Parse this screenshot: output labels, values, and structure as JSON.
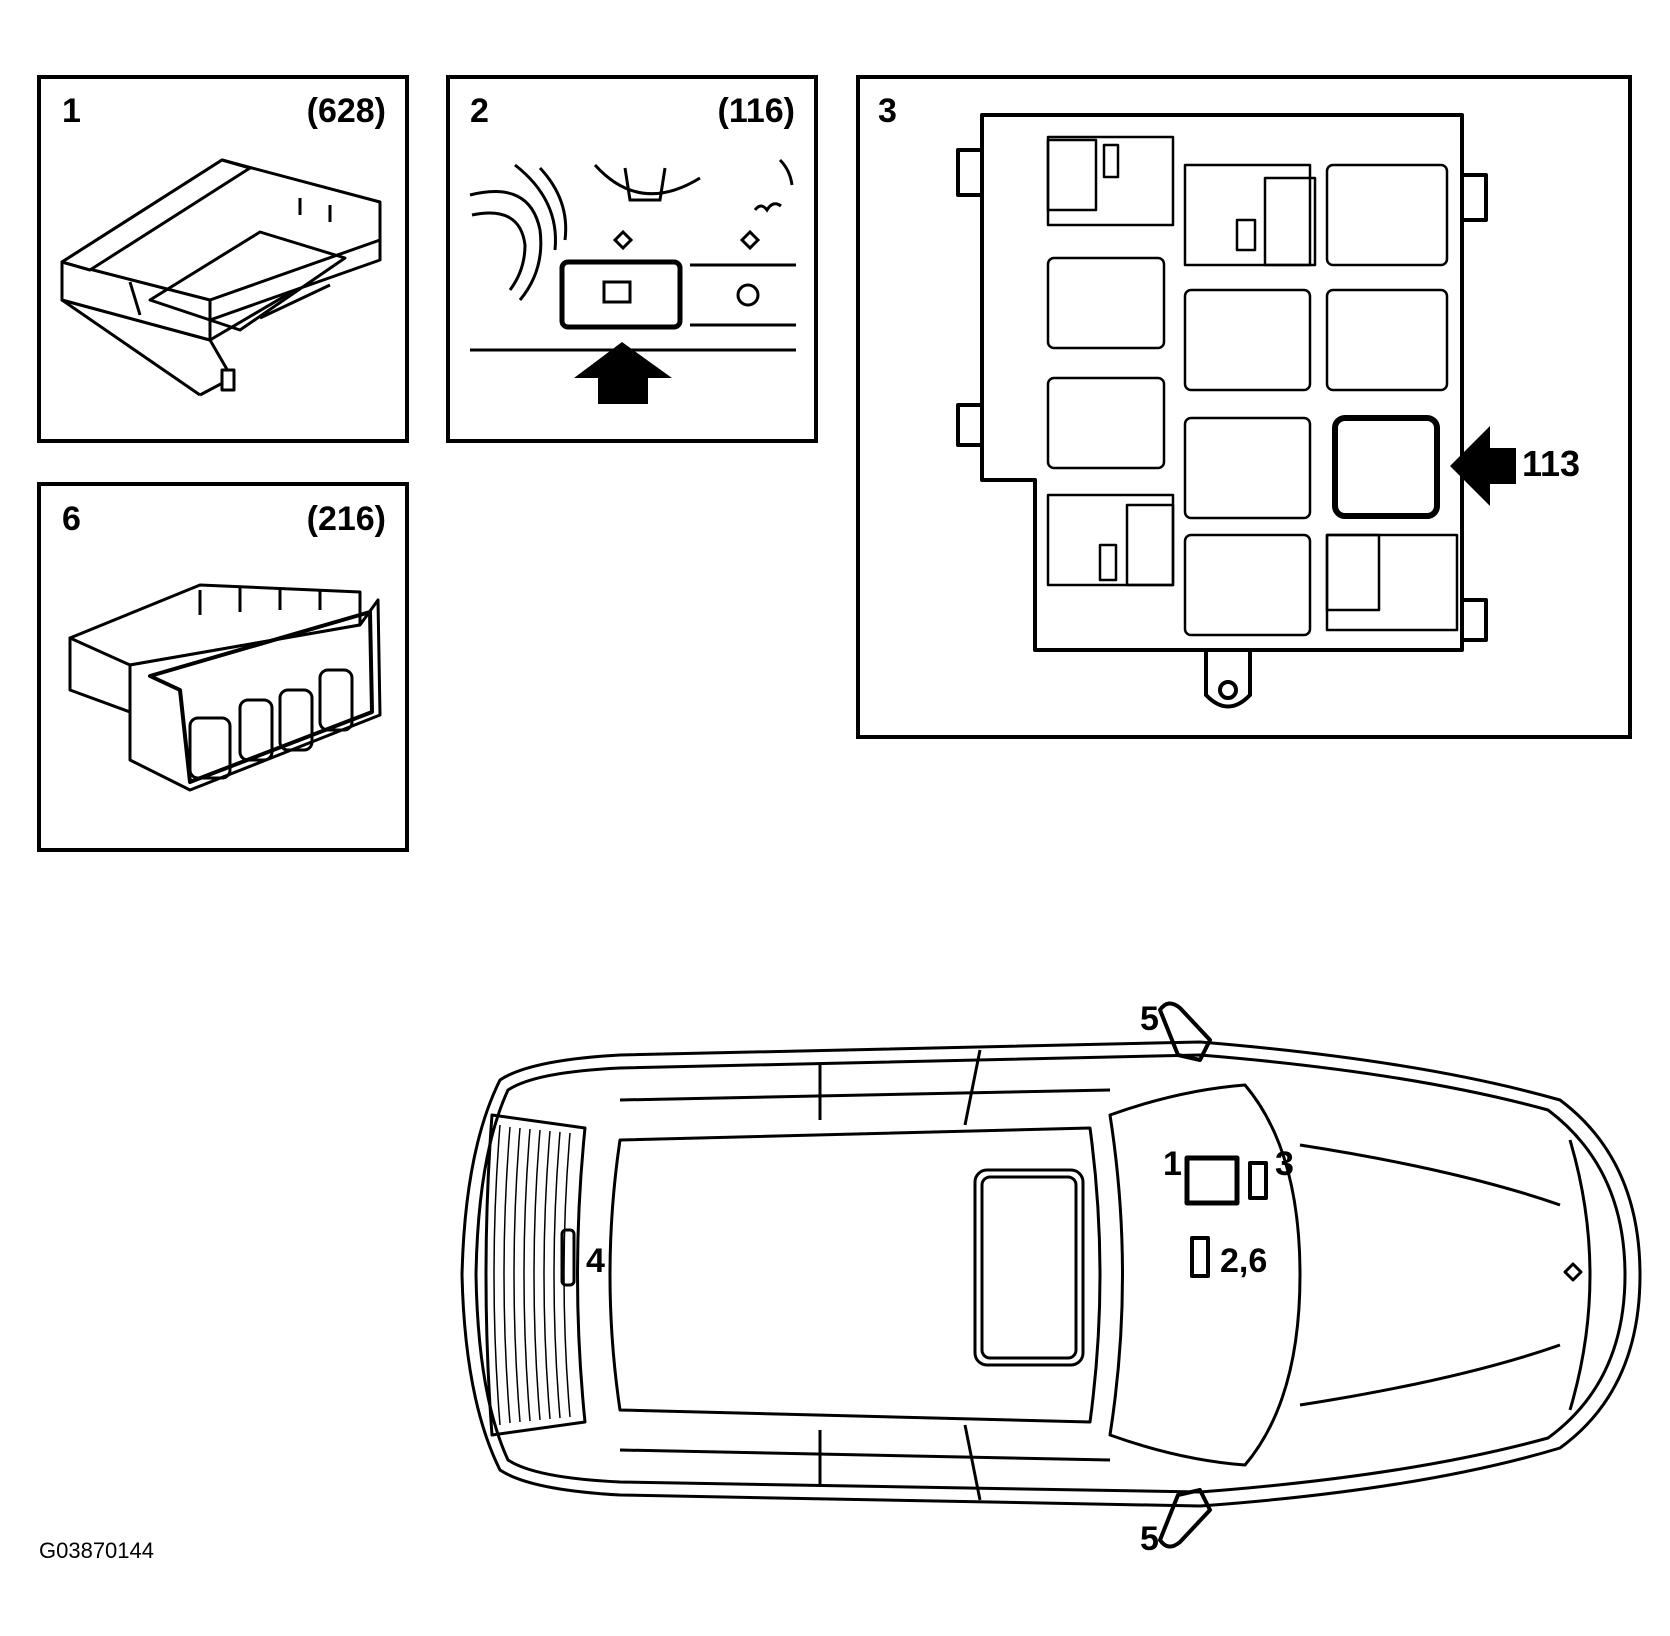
{
  "panels": [
    {
      "number": "1",
      "code": "(628)"
    },
    {
      "number": "2",
      "code": "(116)"
    },
    {
      "number": "3",
      "code": ""
    },
    {
      "number": "6",
      "code": "(216)"
    }
  ],
  "relay_callout": "113",
  "car_callouts": {
    "mirror_top": "5",
    "mirror_bottom": "5",
    "rear": "4",
    "dash_1": "1",
    "dash_3": "3",
    "dash_2_6": "2,6"
  },
  "figure_id": "G03870144"
}
